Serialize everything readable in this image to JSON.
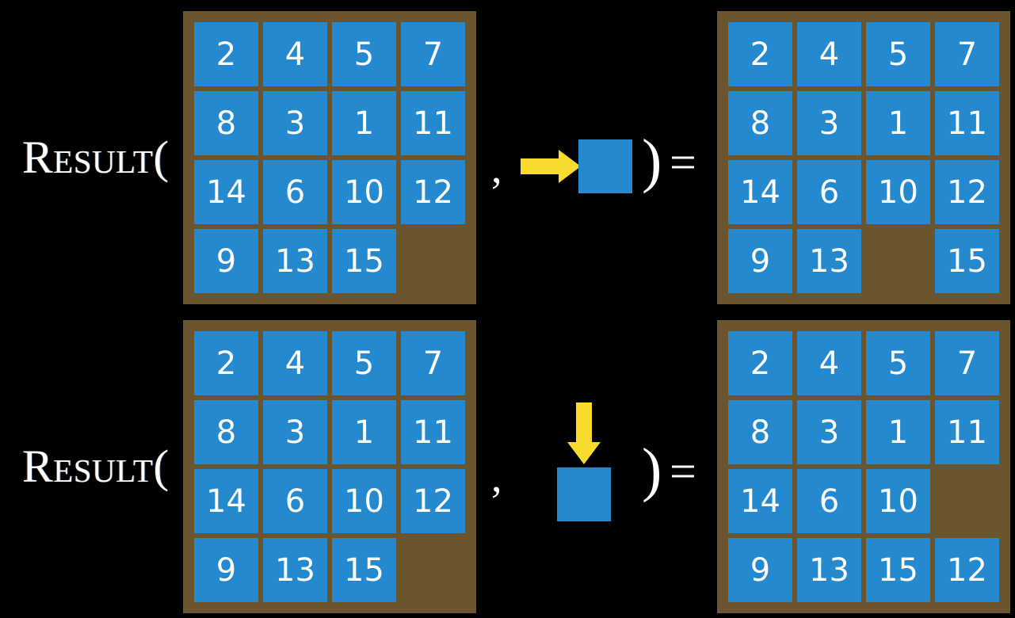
{
  "background_color": "#000000",
  "colors": {
    "board": "#6b552f",
    "tile": "#2489ce",
    "tile_text": "#ffffff",
    "arrow": "#f7dc2e",
    "label_text": "#ffffff"
  },
  "rows": [
    {
      "label": "Result(",
      "comma": ",",
      "close_paren": ")",
      "equals": "=",
      "action": {
        "icon": "arrow-right-icon",
        "direction": "right",
        "tile_label": ""
      },
      "input_board": {
        "name": "input-board-row-1",
        "grid": [
          [
            "2",
            "4",
            "5",
            "7"
          ],
          [
            "8",
            "3",
            "1",
            "11"
          ],
          [
            "14",
            "6",
            "10",
            "12"
          ],
          [
            "9",
            "13",
            "15",
            ""
          ]
        ]
      },
      "output_board": {
        "name": "output-board-row-1",
        "grid": [
          [
            "2",
            "4",
            "5",
            "7"
          ],
          [
            "8",
            "3",
            "1",
            "11"
          ],
          [
            "14",
            "6",
            "10",
            "12"
          ],
          [
            "9",
            "13",
            "",
            "15"
          ]
        ]
      }
    },
    {
      "label": "Result(",
      "comma": ",",
      "close_paren": ")",
      "equals": "=",
      "action": {
        "icon": "arrow-down-icon",
        "direction": "down",
        "tile_label": ""
      },
      "input_board": {
        "name": "input-board-row-2",
        "grid": [
          [
            "2",
            "4",
            "5",
            "7"
          ],
          [
            "8",
            "3",
            "1",
            "11"
          ],
          [
            "14",
            "6",
            "10",
            "12"
          ],
          [
            "9",
            "13",
            "15",
            ""
          ]
        ]
      },
      "output_board": {
        "name": "output-board-row-2",
        "grid": [
          [
            "2",
            "4",
            "5",
            "7"
          ],
          [
            "8",
            "3",
            "1",
            "11"
          ],
          [
            "14",
            "6",
            "10",
            ""
          ],
          [
            "9",
            "13",
            "15",
            "12"
          ]
        ]
      }
    }
  ]
}
